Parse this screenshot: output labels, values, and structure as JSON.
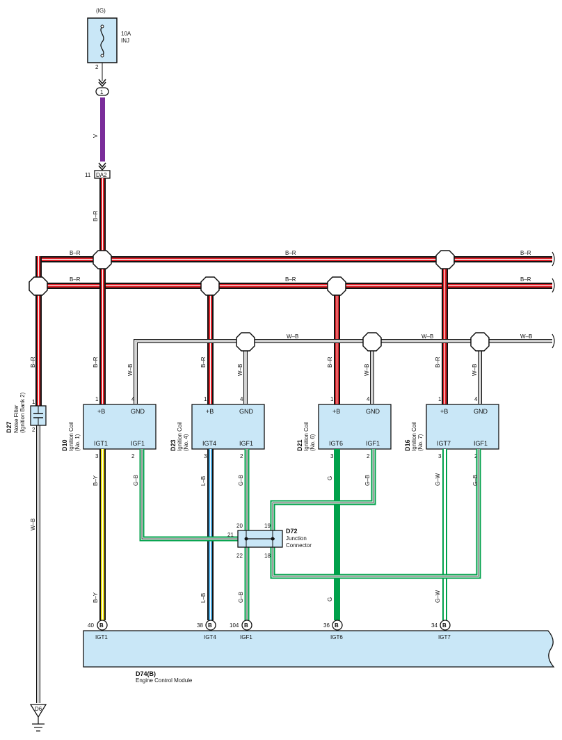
{
  "fuse": {
    "circuit": "(IG)",
    "rating": "10A",
    "name": "INJ",
    "pin": "2"
  },
  "inline_connector": {
    "pin": "1"
  },
  "connector_da2": {
    "pin": "11",
    "name": "DA2"
  },
  "wire_colors": {
    "V": "V",
    "BR": "B–R",
    "WB": "W–B",
    "BY": "B–Y",
    "GB": "G–B",
    "LB": "L–B",
    "G": "G",
    "GW": "G–W"
  },
  "noise_filter": {
    "id": "D27",
    "desc1": "Noise Filter",
    "desc2": "(Ignition Bank 2)",
    "pin_top": "1",
    "pin_bot": "2"
  },
  "coils": [
    {
      "id": "D10",
      "desc": "Ignition Coil",
      "num": "(No. 1)",
      "plus": "+B",
      "gnd": "GND",
      "igt": "IGT1",
      "igf": "IGF1",
      "p1": "1",
      "p4": "4",
      "p3": "3",
      "p2": "2"
    },
    {
      "id": "D23",
      "desc": "Ignition Coil",
      "num": "(No. 4)",
      "plus": "+B",
      "gnd": "GND",
      "igt": "IGT4",
      "igf": "IGF1",
      "p1": "1",
      "p4": "4",
      "p3": "3",
      "p2": "2"
    },
    {
      "id": "D21",
      "desc": "Ignition Coil",
      "num": "(No. 6)",
      "plus": "+B",
      "gnd": "GND",
      "igt": "IGT6",
      "igf": "IGF1",
      "p1": "1",
      "p4": "4",
      "p3": "3",
      "p2": "2"
    }
  ],
  "coil4": {
    "id": "D16",
    "desc": "Ignition Coil",
    "num": "(No. 7)",
    "plus": "+B",
    "gnd": "GND",
    "igt": "IGT7",
    "igf": "IGF1",
    "p1": "1",
    "p4": "4",
    "p3": "3",
    "p2": "2"
  },
  "junction": {
    "id": "D72",
    "line1": "Junction",
    "line2": "Connector",
    "pin20": "20",
    "pin19": "19",
    "pin21": "21",
    "pin22": "22",
    "pin18": "18"
  },
  "ecm": {
    "id": "D74(B)",
    "name": "Engine Control Module",
    "connector": "B",
    "pins": [
      {
        "num": "40",
        "label": "IGT1"
      },
      {
        "num": "38",
        "label": "IGT4"
      },
      {
        "num": "104",
        "label": "IGF1"
      },
      {
        "num": "36",
        "label": "IGT6"
      },
      {
        "num": "34",
        "label": "IGT7"
      }
    ]
  },
  "ground": {
    "id": "D6"
  },
  "colors": {
    "violet": "#7a2d9a",
    "red": "#e0232a",
    "yellow": "#f2e51c",
    "green": "#00a14b",
    "blue": "#4aa8df",
    "box_fill": "#c9e7f7",
    "wire_outline": "#111111"
  }
}
